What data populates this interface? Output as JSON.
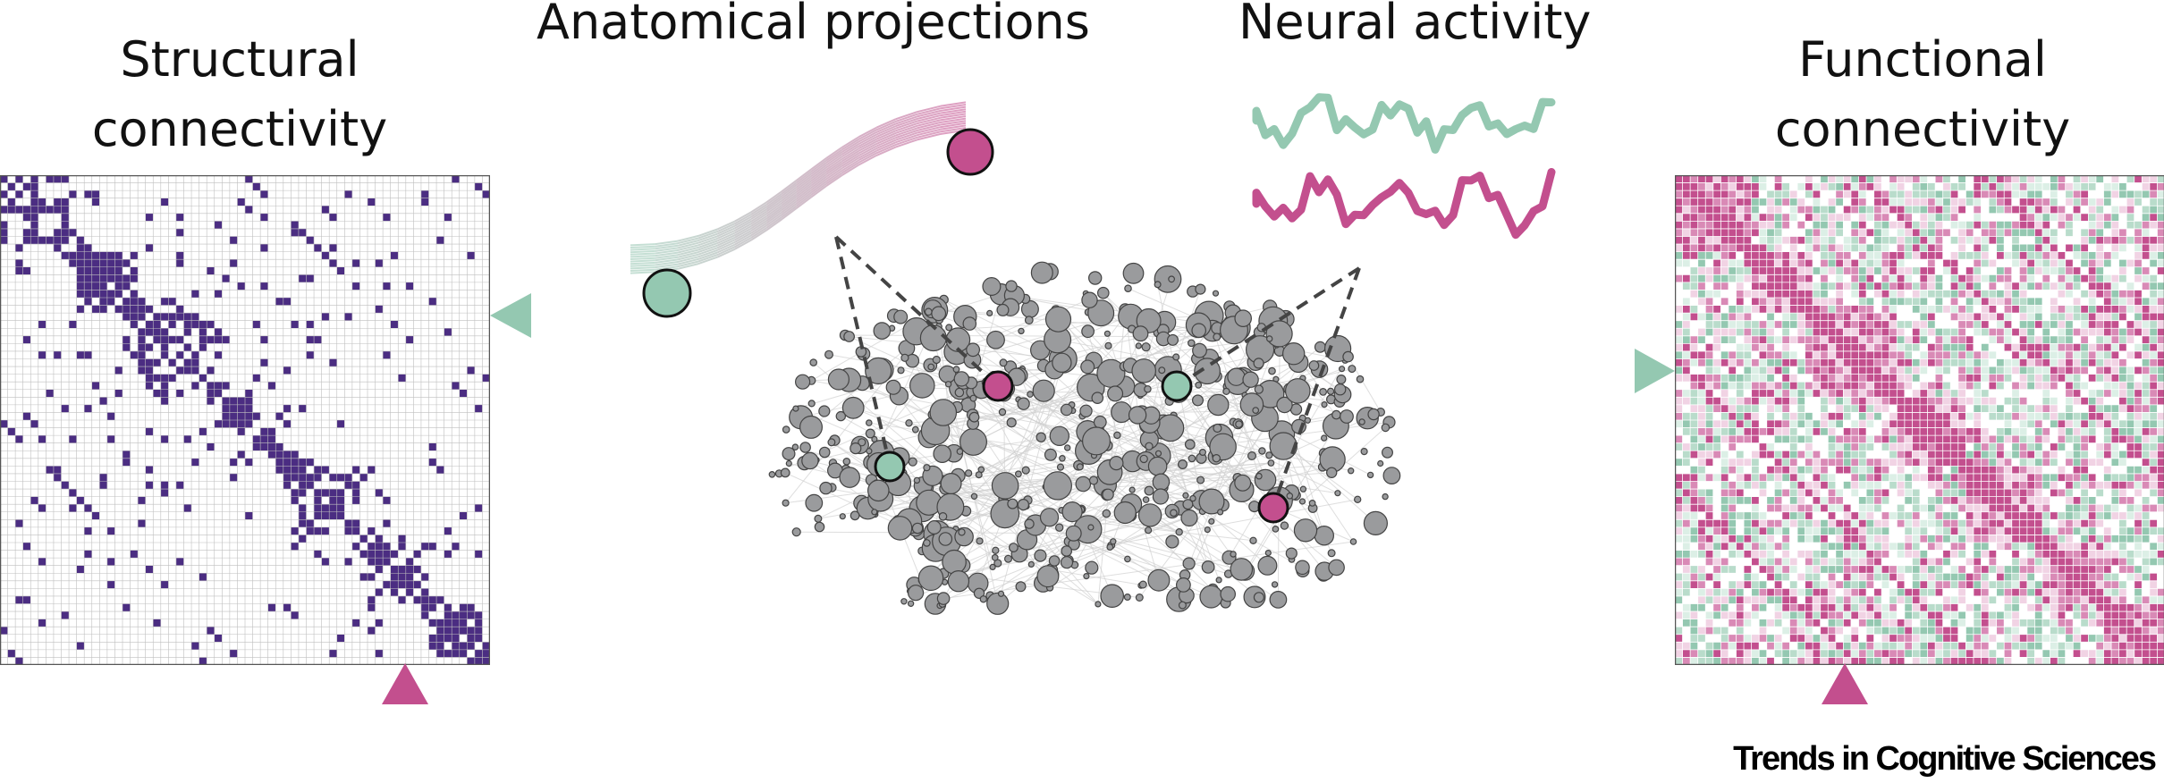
{
  "titles": {
    "structural_line1": "Structural",
    "structural_line2": "connectivity",
    "anatomical": "Anatomical projections",
    "neural": "Neural activity",
    "functional_line1": "Functional",
    "functional_line2": "connectivity"
  },
  "footer": "Trends in Cognitive Sciences",
  "colors": {
    "structural_fill": "#4b2d82",
    "green": "#94c8b1",
    "pink": "#c34f8e",
    "node_grey": "#9a9b9d",
    "edge_grey": "#d0d0d0"
  },
  "icons": [
    "teal-triangle-marker",
    "pink-triangle-marker",
    "green-node",
    "pink-node",
    "fiber-bundle",
    "activity-trace"
  ]
}
